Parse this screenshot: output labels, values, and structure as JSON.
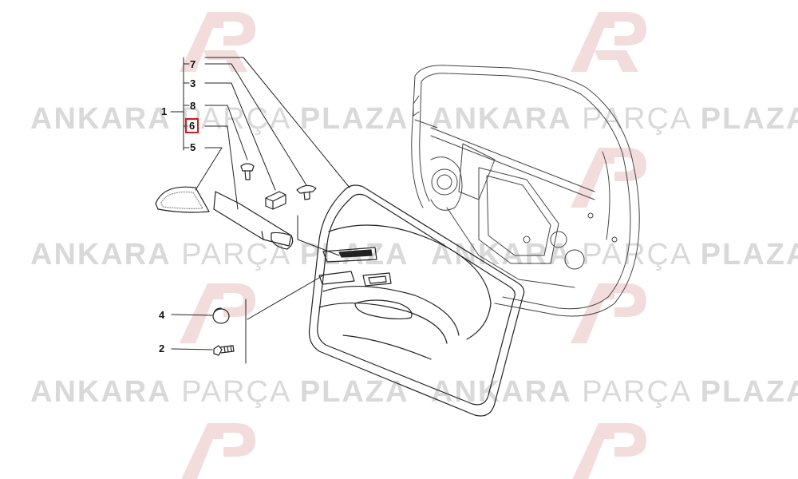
{
  "watermark": {
    "word_bold": "ANKARA",
    "word_light": "PARÇA",
    "word_bold2": "PLAZA",
    "logo_color": "#f3d9d9",
    "text_color": "#d9d9d9"
  },
  "callouts": {
    "group": "1",
    "items": [
      "7",
      "3",
      "8",
      "6",
      "5",
      "4",
      "2"
    ],
    "highlighted": "6",
    "highlight_color": "#cc1f1f"
  }
}
